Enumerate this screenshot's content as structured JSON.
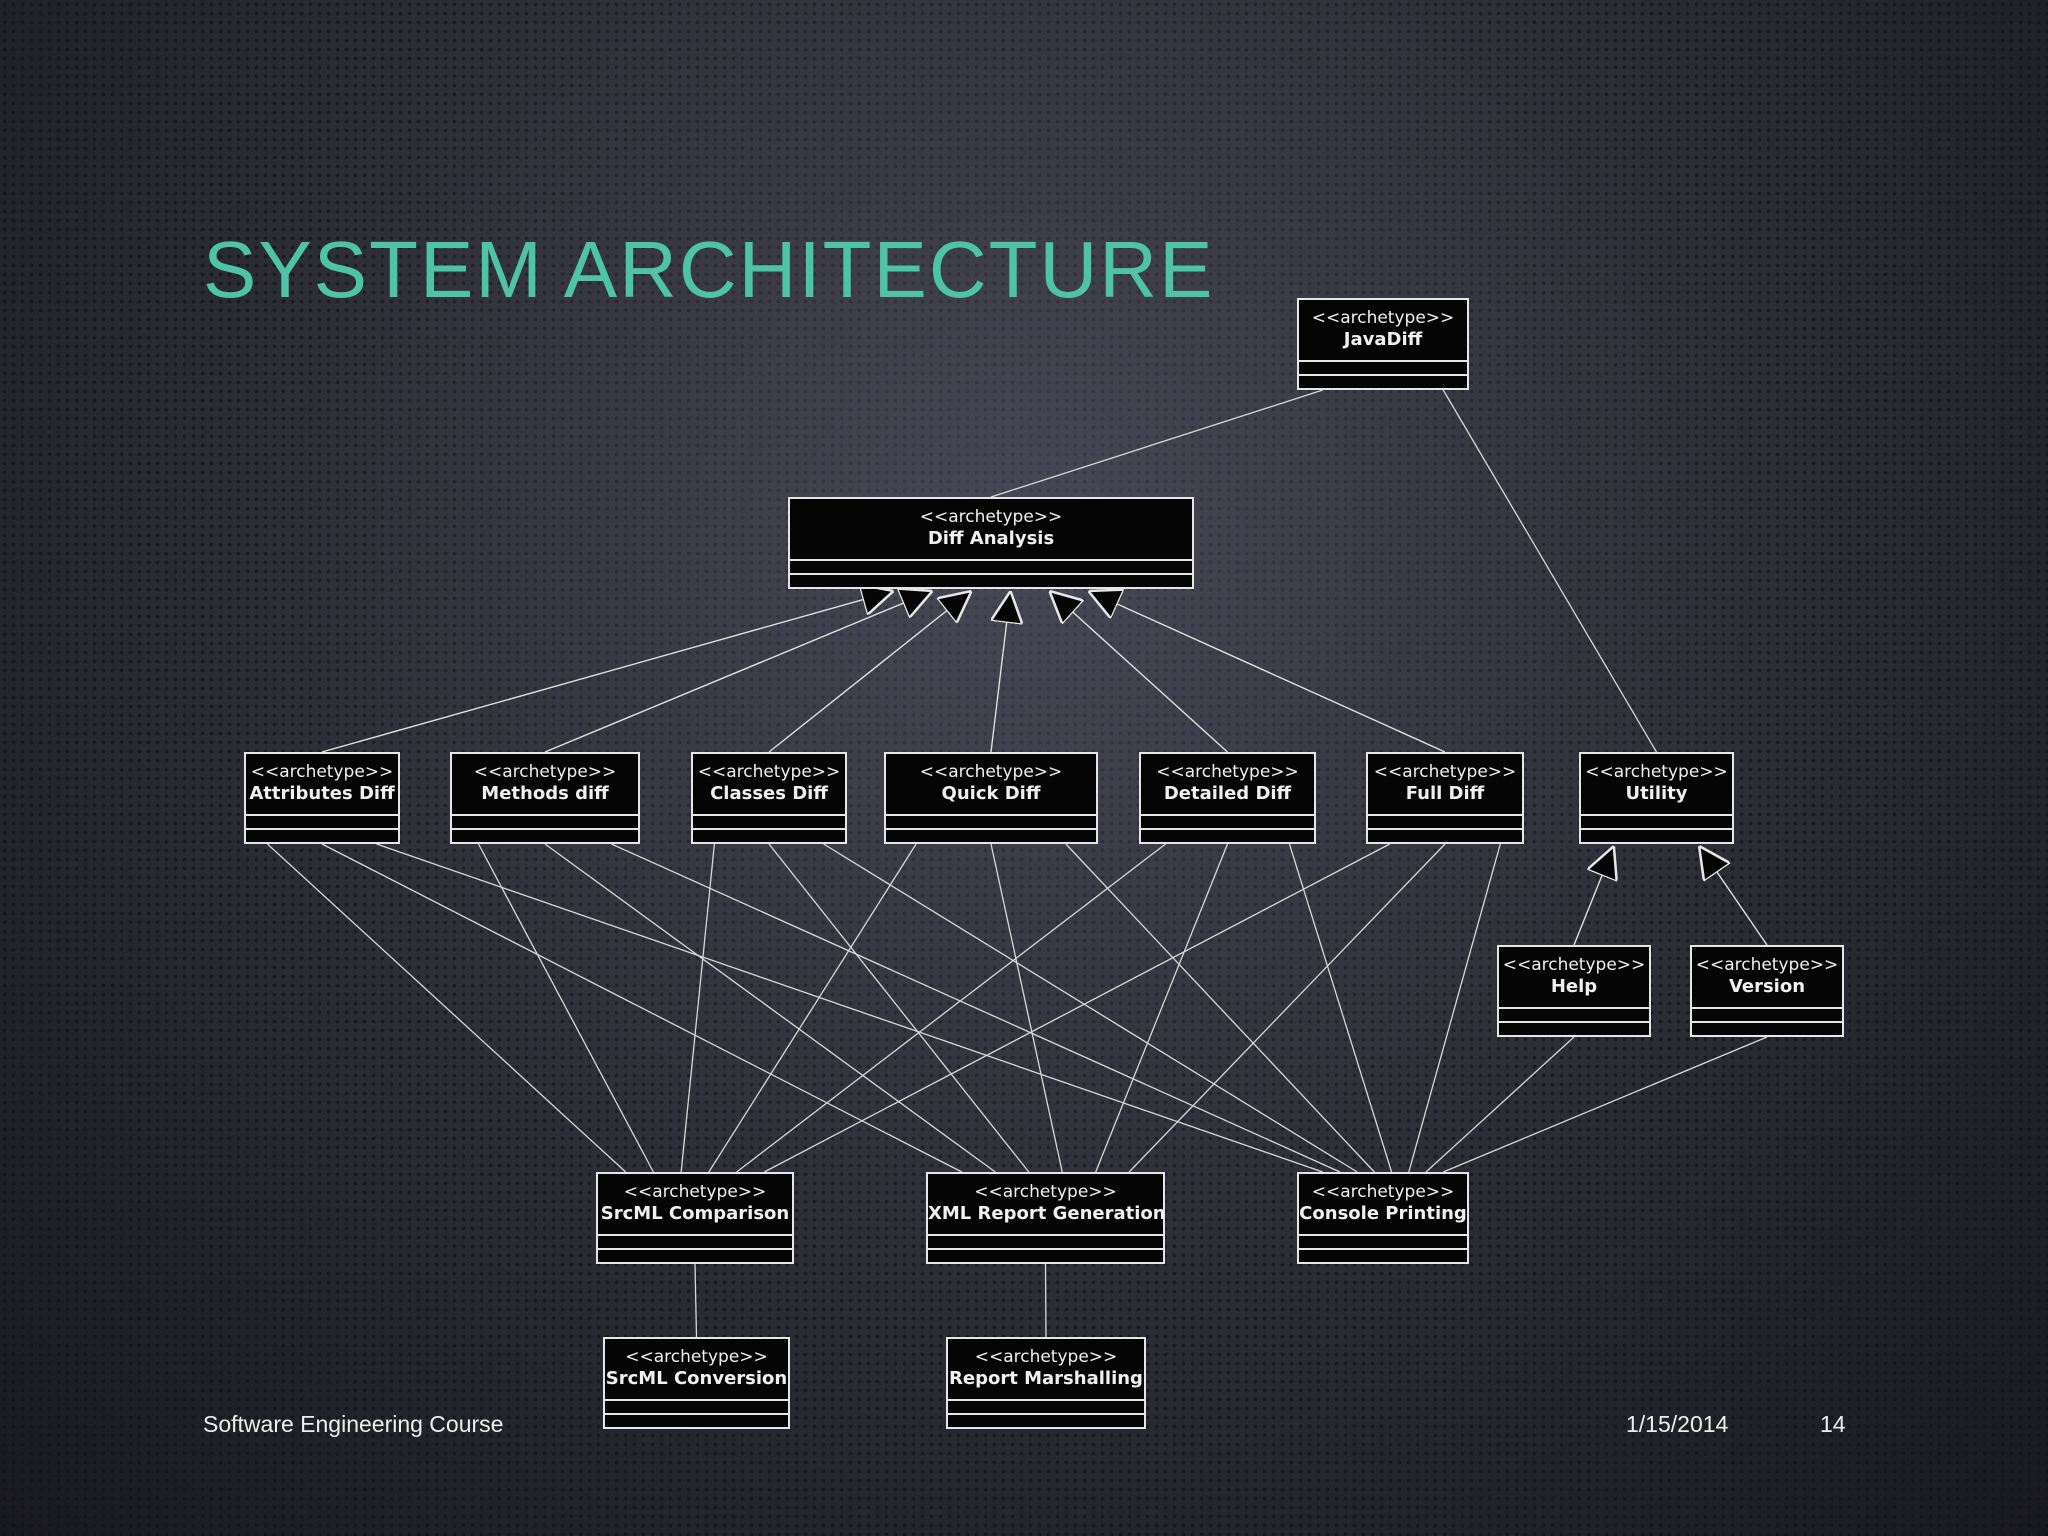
{
  "slide": {
    "title": "SYSTEM ARCHITECTURE",
    "footer_left": "Software Engineering Course",
    "footer_date": "1/15/2014",
    "footer_page": "14"
  },
  "diagram": {
    "nodes": {
      "javadiff": {
        "stereotype": "<<archetype>>",
        "name": "JavaDiff"
      },
      "diff_analysis": {
        "stereotype": "<<archetype>>",
        "name": "Diff Analysis"
      },
      "attributes_diff": {
        "stereotype": "<<archetype>>",
        "name": "Attributes Diff"
      },
      "methods_diff": {
        "stereotype": "<<archetype>>",
        "name": "Methods diff"
      },
      "classes_diff": {
        "stereotype": "<<archetype>>",
        "name": "Classes Diff"
      },
      "quick_diff": {
        "stereotype": "<<archetype>>",
        "name": "Quick Diff"
      },
      "detailed_diff": {
        "stereotype": "<<archetype>>",
        "name": "Detailed Diff"
      },
      "full_diff": {
        "stereotype": "<<archetype>>",
        "name": "Full Diff"
      },
      "utility": {
        "stereotype": "<<archetype>>",
        "name": "Utility"
      },
      "help": {
        "stereotype": "<<archetype>>",
        "name": "Help"
      },
      "version": {
        "stereotype": "<<archetype>>",
        "name": "Version"
      },
      "srcml_comparison": {
        "stereotype": "<<archetype>>",
        "name": "SrcML Comparison"
      },
      "xml_report_generation": {
        "stereotype": "<<archetype>>",
        "name": "XML Report Generation"
      },
      "console_printing": {
        "stereotype": "<<archetype>>",
        "name": "Console Printing"
      },
      "srcml_conversion": {
        "stereotype": "<<archetype>>",
        "name": "SrcML Conversion"
      },
      "report_marshalling": {
        "stereotype": "<<archetype>>",
        "name": "Report Marshalling"
      }
    },
    "generalizations": [
      {
        "from": "attributes_diff",
        "to": "diff_analysis"
      },
      {
        "from": "methods_diff",
        "to": "diff_analysis"
      },
      {
        "from": "classes_diff",
        "to": "diff_analysis"
      },
      {
        "from": "quick_diff",
        "to": "diff_analysis"
      },
      {
        "from": "detailed_diff",
        "to": "diff_analysis"
      },
      {
        "from": "full_diff",
        "to": "diff_analysis"
      },
      {
        "from": "help",
        "to": "utility"
      },
      {
        "from": "version",
        "to": "utility"
      }
    ],
    "associations": [
      {
        "from": "javadiff",
        "to": "diff_analysis"
      },
      {
        "from": "javadiff",
        "to": "utility"
      },
      {
        "from": "attributes_diff",
        "to": "srcml_comparison"
      },
      {
        "from": "attributes_diff",
        "to": "xml_report_generation"
      },
      {
        "from": "attributes_diff",
        "to": "console_printing"
      },
      {
        "from": "methods_diff",
        "to": "srcml_comparison"
      },
      {
        "from": "methods_diff",
        "to": "xml_report_generation"
      },
      {
        "from": "methods_diff",
        "to": "console_printing"
      },
      {
        "from": "classes_diff",
        "to": "srcml_comparison"
      },
      {
        "from": "classes_diff",
        "to": "xml_report_generation"
      },
      {
        "from": "classes_diff",
        "to": "console_printing"
      },
      {
        "from": "quick_diff",
        "to": "srcml_comparison"
      },
      {
        "from": "quick_diff",
        "to": "xml_report_generation"
      },
      {
        "from": "quick_diff",
        "to": "console_printing"
      },
      {
        "from": "detailed_diff",
        "to": "srcml_comparison"
      },
      {
        "from": "detailed_diff",
        "to": "xml_report_generation"
      },
      {
        "from": "detailed_diff",
        "to": "console_printing"
      },
      {
        "from": "full_diff",
        "to": "srcml_comparison"
      },
      {
        "from": "full_diff",
        "to": "xml_report_generation"
      },
      {
        "from": "full_diff",
        "to": "console_printing"
      },
      {
        "from": "help",
        "to": "console_printing"
      },
      {
        "from": "version",
        "to": "console_printing"
      },
      {
        "from": "srcml_comparison",
        "to": "srcml_conversion"
      },
      {
        "from": "xml_report_generation",
        "to": "report_marshalling"
      }
    ]
  }
}
